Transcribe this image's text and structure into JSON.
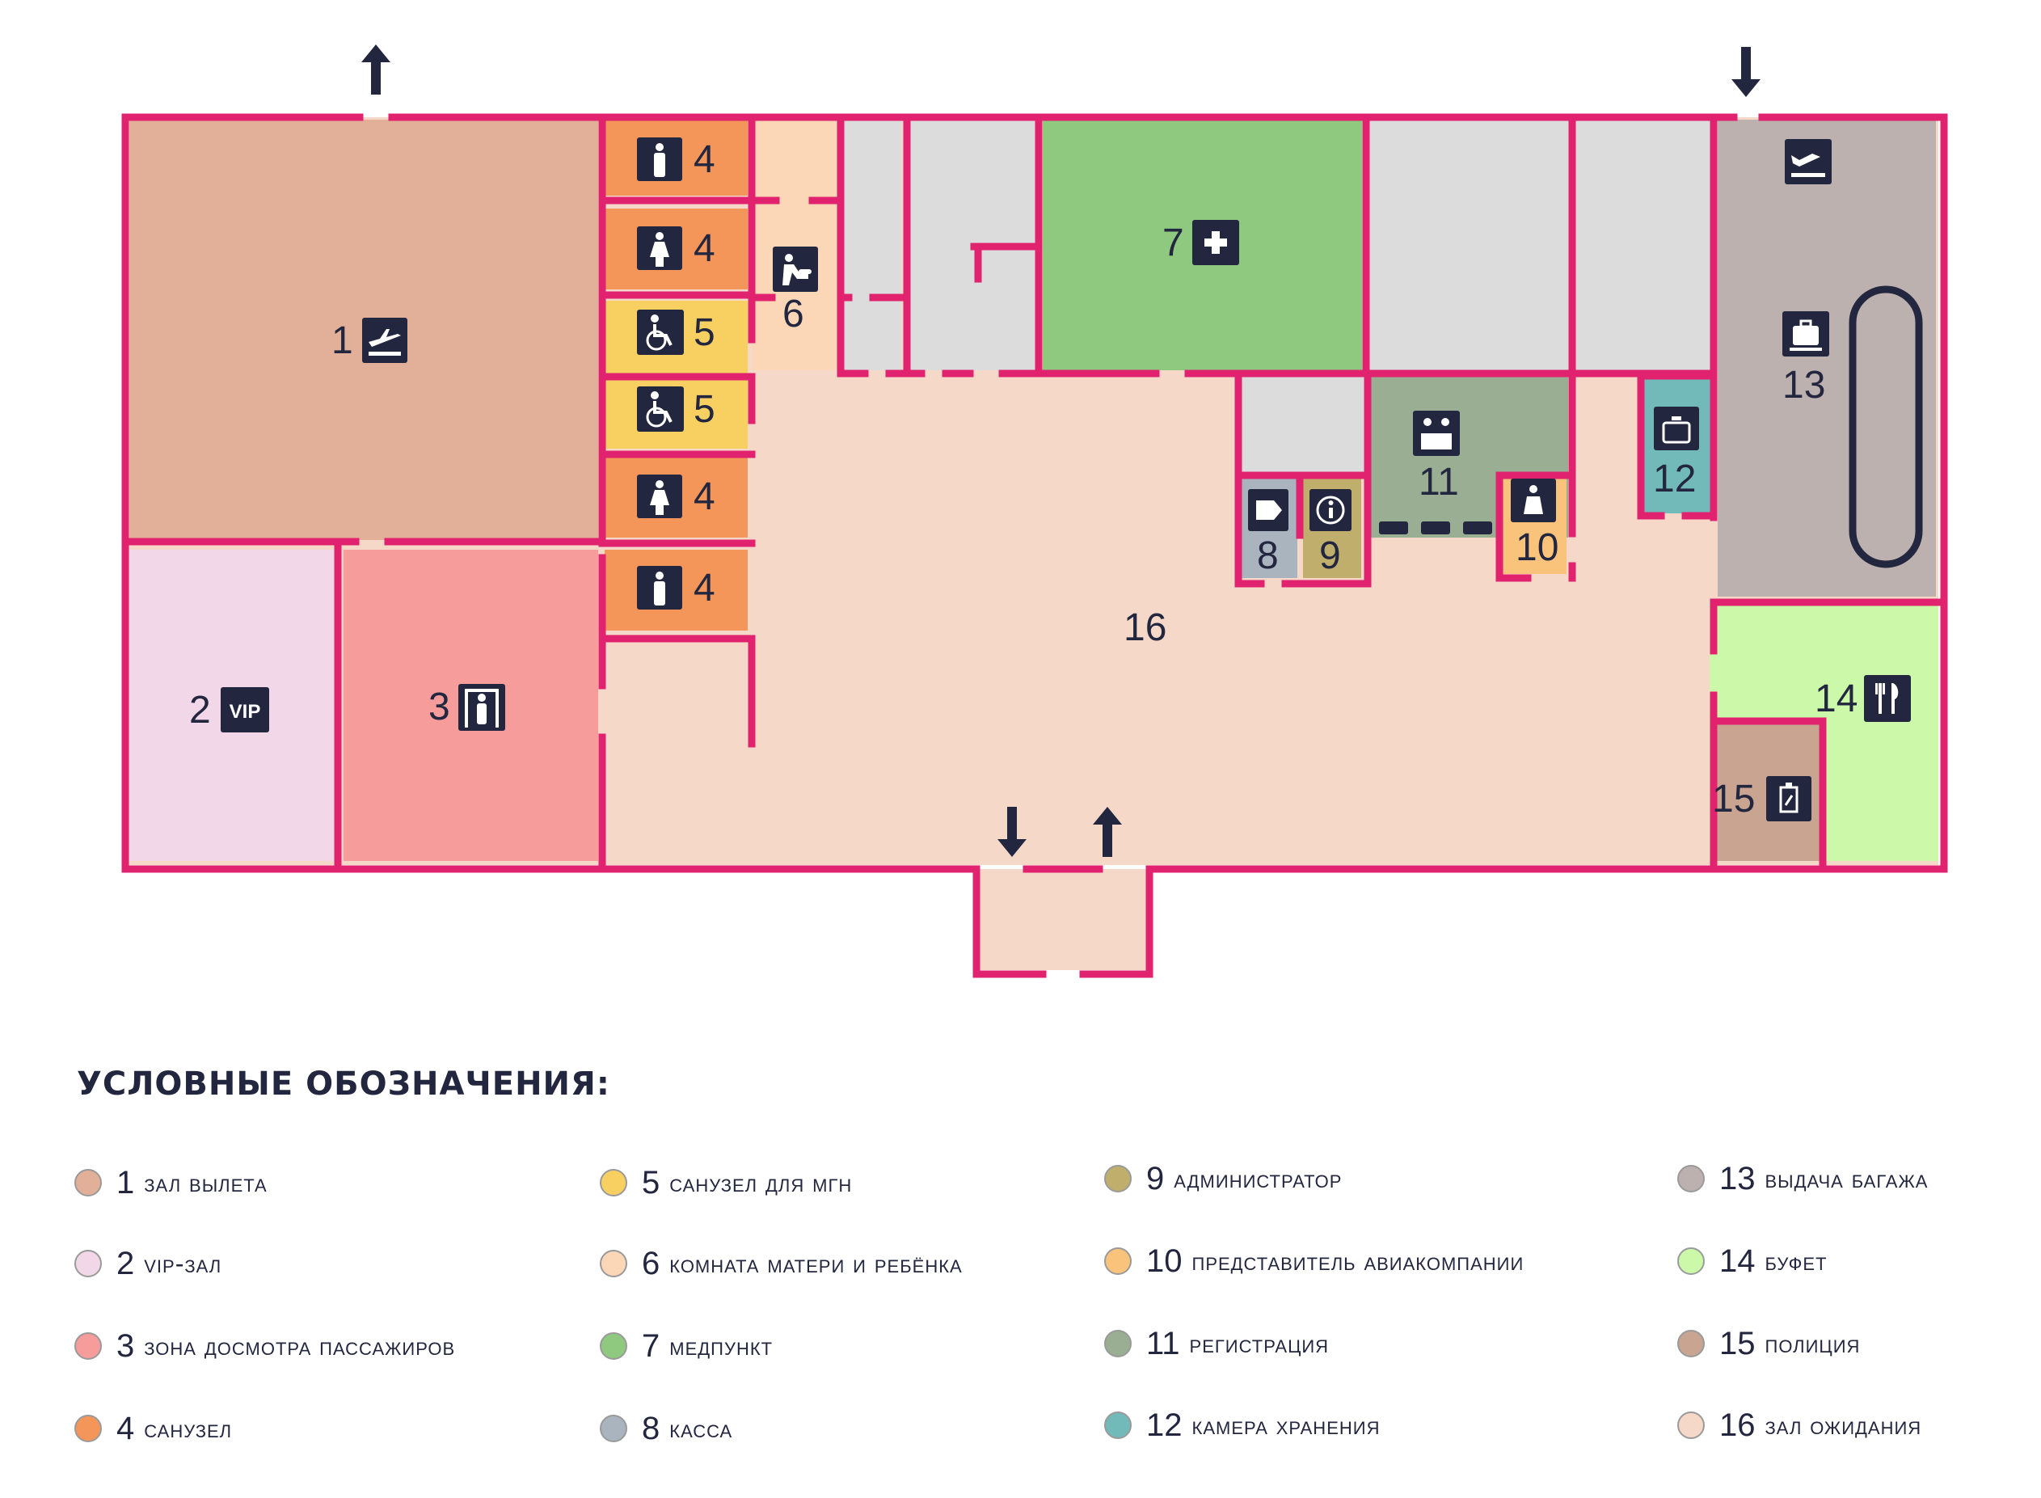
{
  "colors": {
    "wall": "#e0226f",
    "ink": "#23263f",
    "gray_room": "#dcdcdc",
    "rooms": {
      "1": "#e2b099",
      "2": "#f1d7e7",
      "3": "#f69c9a",
      "4": "#f4965a",
      "5": "#f8d061",
      "6": "#fbd6b7",
      "7": "#8ec97f",
      "8": "#a9b4bf",
      "9": "#bfae6c",
      "10": "#f9c37b",
      "11": "#99ae92",
      "12": "#72bab9",
      "13": "#bcb1ae",
      "14": "#ccf8a9",
      "15": "#c9a491",
      "16": "#f5d8c8"
    }
  },
  "rooms": [
    {
      "number": "1",
      "icon": "departure-icon"
    },
    {
      "number": "2",
      "icon": "vip-icon",
      "icon_text": "VIP"
    },
    {
      "number": "3",
      "icon": "security-gate-icon"
    },
    {
      "number": "4",
      "icon": "male-wc-icon"
    },
    {
      "number": "4",
      "icon": "female-wc-icon"
    },
    {
      "number": "5",
      "icon": "wheelchair-icon"
    },
    {
      "number": "5",
      "icon": "wheelchair-icon"
    },
    {
      "number": "4",
      "icon": "female-wc-icon"
    },
    {
      "number": "4",
      "icon": "male-wc-icon"
    },
    {
      "number": "6",
      "icon": "baby-change-icon"
    },
    {
      "number": "7",
      "icon": "first-aid-icon"
    },
    {
      "number": "8",
      "icon": "ticket-icon"
    },
    {
      "number": "9",
      "icon": "info-icon"
    },
    {
      "number": "10",
      "icon": "airline-rep-icon"
    },
    {
      "number": "11",
      "icon": "check-in-icon"
    },
    {
      "number": "12",
      "icon": "luggage-storage-icon"
    },
    {
      "number": "13",
      "icon": "baggage-claim-icon"
    },
    {
      "number": "14",
      "icon": "cafe-icon"
    },
    {
      "number": "15",
      "icon": "police-icon"
    },
    {
      "number": "16",
      "icon": ""
    }
  ],
  "entrances": [
    {
      "direction": "up",
      "icon": "exit-arrow-up-icon"
    },
    {
      "direction": "down",
      "icon": "entry-arrow-down-icon"
    },
    {
      "direction": "down",
      "icon": "entry-arrow-down-icon"
    },
    {
      "direction": "up",
      "icon": "exit-arrow-up-icon"
    }
  ],
  "legend": {
    "title": "УСЛОВНЫЕ ОБОЗНАЧЕНИЯ:",
    "items": [
      {
        "number": "1",
        "label": "ЗАЛ  ВЫЛЕТА",
        "color": "#e2b099"
      },
      {
        "number": "2",
        "label": "VIP-ЗАЛ",
        "color": "#f1d7e7"
      },
      {
        "number": "3",
        "label": "ЗОНА ДОСМОТРА ПАССАЖИРОВ",
        "color": "#f69c9a"
      },
      {
        "number": "4",
        "label": "САНУЗЕЛ",
        "color": "#f4965a"
      },
      {
        "number": "5",
        "label": "САНУЗЕЛ ДЛЯ МГН",
        "color": "#f8d061"
      },
      {
        "number": "6",
        "label": "КОМНАТА МАТЕРИ И РЕБЁНКА",
        "color": "#fbd6b7"
      },
      {
        "number": "7",
        "label": "МЕДПУНКТ",
        "color": "#8ec97f"
      },
      {
        "number": "8",
        "label": "КАССА",
        "color": "#a9b4bf"
      },
      {
        "number": "9",
        "label": "АДМИНИСТРАТОР",
        "color": "#bfae6c"
      },
      {
        "number": "10",
        "label": "ПРЕДСТАВИТЕЛЬ АВИАКОМПАНИИ",
        "color": "#f9c37b"
      },
      {
        "number": "11",
        "label": "РЕГИСТРАЦИЯ",
        "color": "#99ae92"
      },
      {
        "number": "12",
        "label": "КАМЕРА ХРАНЕНИЯ",
        "color": "#72bab9"
      },
      {
        "number": "13",
        "label": "ВЫДАЧА БАГАЖА",
        "color": "#bcb1ae"
      },
      {
        "number": "14",
        "label": "БУФЕТ",
        "color": "#ccf8a9"
      },
      {
        "number": "15",
        "label": "ПОЛИЦИЯ",
        "color": "#c9a491"
      },
      {
        "number": "16",
        "label": "ЗАЛ ОЖИДАНИЯ",
        "color": "#f5d8c8"
      }
    ]
  }
}
